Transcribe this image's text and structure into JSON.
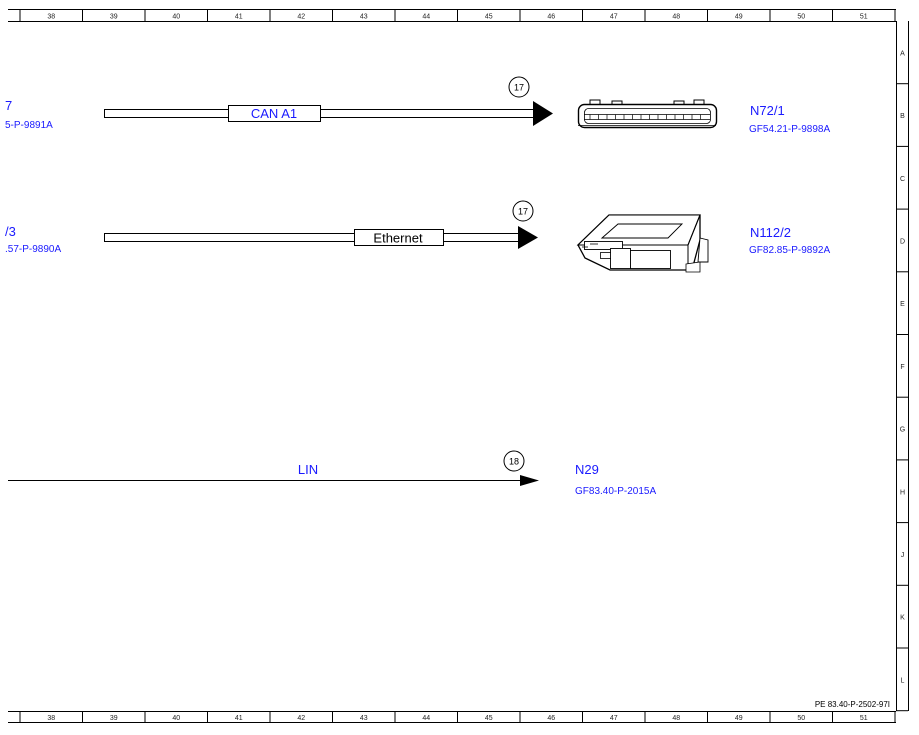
{
  "grid": {
    "columns": [
      "38",
      "39",
      "40",
      "41",
      "42",
      "43",
      "44",
      "45",
      "46",
      "47",
      "48",
      "49",
      "50",
      "51"
    ],
    "rows": [
      "A",
      "B",
      "C",
      "D",
      "E",
      "F",
      "G",
      "H",
      "J",
      "K",
      "L"
    ]
  },
  "left_refs": [
    {
      "id": "left-ref-1",
      "title": "7",
      "ref": "5-P-9891A"
    },
    {
      "id": "left-ref-2",
      "title": "/3",
      "ref": ".57-P-9890A"
    }
  ],
  "buses": [
    {
      "id": "can",
      "label": "CAN A1",
      "label_color": "#1a1aff",
      "badge": "17"
    },
    {
      "id": "ethernet",
      "label": "Ethernet",
      "label_color": "#000000",
      "badge": "17"
    },
    {
      "id": "lin",
      "label": "LIN",
      "label_color": "#1a1aff",
      "badge": "18"
    }
  ],
  "components": [
    {
      "id": "n72-1",
      "title": "N72/1",
      "ref": "GF54.21-P-9898A",
      "icon": "connector-icon"
    },
    {
      "id": "n112-2",
      "title": "N112/2",
      "ref": "GF82.85-P-9892A",
      "icon": "control-unit-icon"
    },
    {
      "id": "n29",
      "title": "N29",
      "ref": "GF83.40-P-2015A"
    }
  ],
  "footer": {
    "doc_id": "PE 83.40-P-2502-97I"
  },
  "colors": {
    "accent": "#1a1aff",
    "line": "#000000"
  }
}
